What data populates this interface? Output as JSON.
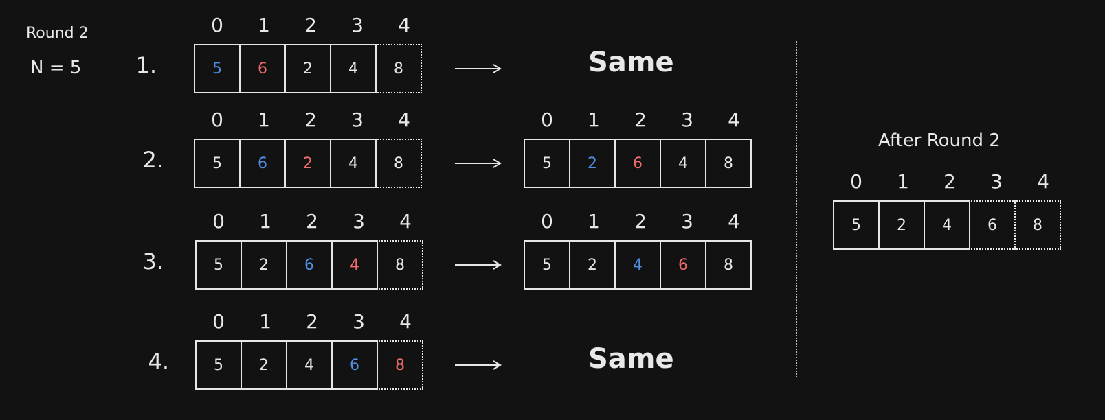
{
  "round_title": "Round 2",
  "n_label": "N = 5",
  "steps": [
    {
      "label": "1.",
      "indices": [
        "0",
        "1",
        "2",
        "3",
        "4"
      ],
      "cells": [
        {
          "v": "5",
          "c": "blue"
        },
        {
          "v": "6",
          "c": "red"
        },
        {
          "v": "2",
          "c": ""
        },
        {
          "v": "4",
          "c": ""
        },
        {
          "v": "8",
          "c": "",
          "dotted": true
        }
      ],
      "result_text": "Same"
    },
    {
      "label": "2.",
      "indices": [
        "0",
        "1",
        "2",
        "3",
        "4"
      ],
      "cells": [
        {
          "v": "5",
          "c": ""
        },
        {
          "v": "6",
          "c": "blue"
        },
        {
          "v": "2",
          "c": "red"
        },
        {
          "v": "4",
          "c": ""
        },
        {
          "v": "8",
          "c": "",
          "dotted": true
        }
      ],
      "result_indices": [
        "0",
        "1",
        "2",
        "3",
        "4"
      ],
      "result_cells": [
        {
          "v": "5",
          "c": ""
        },
        {
          "v": "2",
          "c": "blue"
        },
        {
          "v": "6",
          "c": "red"
        },
        {
          "v": "4",
          "c": ""
        },
        {
          "v": "8",
          "c": ""
        }
      ]
    },
    {
      "label": "3.",
      "indices": [
        "0",
        "1",
        "2",
        "3",
        "4"
      ],
      "cells": [
        {
          "v": "5",
          "c": ""
        },
        {
          "v": "2",
          "c": ""
        },
        {
          "v": "6",
          "c": "blue"
        },
        {
          "v": "4",
          "c": "red"
        },
        {
          "v": "8",
          "c": "",
          "dotted": true
        }
      ],
      "result_indices": [
        "0",
        "1",
        "2",
        "3",
        "4"
      ],
      "result_cells": [
        {
          "v": "5",
          "c": ""
        },
        {
          "v": "2",
          "c": ""
        },
        {
          "v": "4",
          "c": "blue"
        },
        {
          "v": "6",
          "c": "red"
        },
        {
          "v": "8",
          "c": ""
        }
      ]
    },
    {
      "label": "4.",
      "indices": [
        "0",
        "1",
        "2",
        "3",
        "4"
      ],
      "cells": [
        {
          "v": "5",
          "c": ""
        },
        {
          "v": "2",
          "c": ""
        },
        {
          "v": "4",
          "c": ""
        },
        {
          "v": "6",
          "c": "blue"
        },
        {
          "v": "8",
          "c": "red",
          "dotted": true
        }
      ],
      "result_text": "Same"
    }
  ],
  "after": {
    "title": "After Round 2",
    "indices": [
      "0",
      "1",
      "2",
      "3",
      "4"
    ],
    "cells": [
      {
        "v": "5",
        "c": ""
      },
      {
        "v": "2",
        "c": ""
      },
      {
        "v": "4",
        "c": ""
      },
      {
        "v": "6",
        "c": "",
        "dotted": true
      },
      {
        "v": "8",
        "c": "",
        "dotted": true
      }
    ]
  },
  "colors": {
    "background": "#121212",
    "stroke": "#e6e6e6",
    "blue": "#4f8fe6",
    "red": "#f06b6b"
  }
}
